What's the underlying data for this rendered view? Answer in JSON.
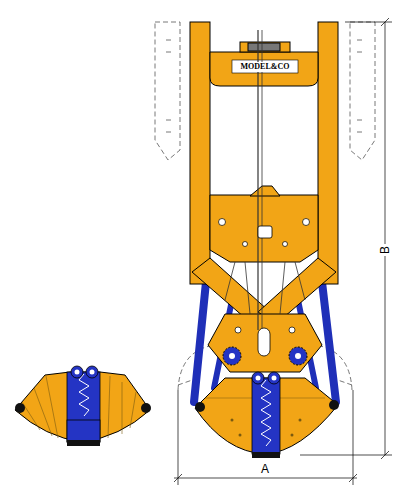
{
  "diagram": {
    "labels": [
      "MODEL&CO",
      "A",
      "B"
    ]
  }
}
